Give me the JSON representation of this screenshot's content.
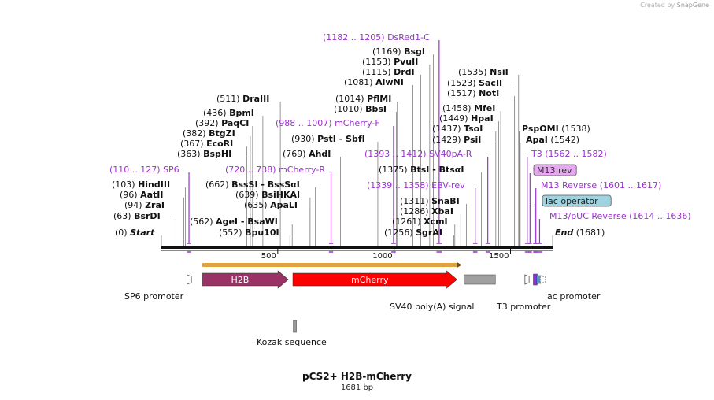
{
  "credit": {
    "prefix": "Created by",
    "brand": "SnapGene"
  },
  "plasmid": {
    "name": "pCS2+ H2B-mCherry",
    "size_label": "1681 bp",
    "length": 1681
  },
  "colors": {
    "enzyme": "#111111",
    "primer": "#9933cc",
    "h2b": "#993366",
    "mcherry": "#ff0000",
    "polyA": "#a0a0a0",
    "orf": "#e8a030",
    "operator": "#9fd3e0",
    "m13rev_box": "#e6a8f0"
  },
  "ticks": [
    {
      "pos": 500,
      "label": "500"
    },
    {
      "pos": 1000,
      "label": "1000"
    },
    {
      "pos": 1500,
      "label": "1500"
    }
  ],
  "ends": [
    {
      "pos": 0,
      "text": "(0)",
      "name": "Start"
    },
    {
      "pos": 1681,
      "text": "(1681)",
      "name": "End"
    }
  ],
  "sites": [
    {
      "pos": 63,
      "text": "(63)",
      "name": "BsrDI"
    },
    {
      "pos": 94,
      "text": "(94)",
      "name": "ZraI"
    },
    {
      "pos": 96,
      "text": "(96)",
      "name": "AatII"
    },
    {
      "pos": 103,
      "text": "(103)",
      "name": "HindIII"
    },
    {
      "pos": 363,
      "text": "(363)",
      "name": "BspHI"
    },
    {
      "pos": 367,
      "text": "(367)",
      "name": "EcoRI"
    },
    {
      "pos": 382,
      "text": "(382)",
      "name": "BtgZI"
    },
    {
      "pos": 392,
      "text": "(392)",
      "name": "PaqCI"
    },
    {
      "pos": 436,
      "text": "(436)",
      "name": "BpmI"
    },
    {
      "pos": 511,
      "text": "(511)",
      "name": "DraIII"
    },
    {
      "pos": 552,
      "text": "(552)",
      "name": "Bpu10I"
    },
    {
      "pos": 562,
      "text": "(562)",
      "name": "AgeI",
      "extra": "- BsaWI"
    },
    {
      "pos": 635,
      "text": "(635)",
      "name": "ApaLI"
    },
    {
      "pos": 639,
      "text": "(639)",
      "name": "BsiHKAI"
    },
    {
      "pos": 662,
      "text": "(662)",
      "name": "BssSI",
      "extra": "- BssSαI"
    },
    {
      "pos": 769,
      "text": "(769)",
      "name": "AhdI"
    },
    {
      "pos": 930,
      "text": "(930)",
      "name": "PstI",
      "extra": "- SbfI"
    },
    {
      "pos": 1010,
      "text": "(1010)",
      "name": "BbsI"
    },
    {
      "pos": 1014,
      "text": "(1014)",
      "name": "PflMI"
    },
    {
      "pos": 1081,
      "text": "(1081)",
      "name": "AlwNI"
    },
    {
      "pos": 1115,
      "text": "(1115)",
      "name": "DrdI"
    },
    {
      "pos": 1153,
      "text": "(1153)",
      "name": "PvuII"
    },
    {
      "pos": 1169,
      "text": "(1169)",
      "name": "BsgI"
    },
    {
      "pos": 1256,
      "text": "(1256)",
      "name": "SgrAI"
    },
    {
      "pos": 1261,
      "text": "(1261)",
      "name": "XcmI"
    },
    {
      "pos": 1286,
      "text": "(1286)",
      "name": "XbaI"
    },
    {
      "pos": 1311,
      "text": "(1311)",
      "name": "SnaBI"
    },
    {
      "pos": 1375,
      "text": "(1375)",
      "name": "BtsI",
      "extra": "- BtsαI"
    },
    {
      "pos": 1429,
      "text": "(1429)",
      "name": "PsiI"
    },
    {
      "pos": 1437,
      "text": "(1437)",
      "name": "TsoI"
    },
    {
      "pos": 1449,
      "text": "(1449)",
      "name": "HpaI"
    },
    {
      "pos": 1458,
      "text": "(1458)",
      "name": "MfeI"
    },
    {
      "pos": 1517,
      "text": "(1517)",
      "name": "NotI"
    },
    {
      "pos": 1523,
      "text": "(1523)",
      "name": "SacII"
    },
    {
      "pos": 1535,
      "text": "(1535)",
      "name": "NsiI"
    },
    {
      "pos": 1538,
      "name": "PspOMI",
      "after": "(1538)"
    },
    {
      "pos": 1542,
      "name": "ApaI",
      "after": "(1542)"
    }
  ],
  "primers": [
    {
      "start": 110,
      "end": 127,
      "text": "(110 .. 127)",
      "name": "SP6"
    },
    {
      "start": 720,
      "end": 738,
      "text": "(720 .. 738)",
      "name": "mCherry-R"
    },
    {
      "start": 988,
      "end": 1007,
      "text": "(988 .. 1007)",
      "name": "mCherry-F"
    },
    {
      "start": 1182,
      "end": 1205,
      "text": "(1182 .. 1205)",
      "name": "DsRed1-C"
    },
    {
      "start": 1339,
      "end": 1358,
      "text": "(1339 .. 1358)",
      "name": "EBV-rev"
    },
    {
      "start": 1393,
      "end": 1412,
      "text": "(1393 .. 1412)",
      "name": "SV40pA-R"
    },
    {
      "start": 1562,
      "end": 1582,
      "name": "T3",
      "after": "(1562 .. 1582)"
    },
    {
      "start": 1576,
      "end": 1592,
      "name": "M13 rev",
      "boxed": true
    },
    {
      "start": 1601,
      "end": 1617,
      "name": "M13 Reverse",
      "after": "(1601 .. 1617)"
    },
    {
      "start": 1597,
      "end": 1613,
      "name": "lac operator",
      "boxed": true
    },
    {
      "start": 1614,
      "end": 1636,
      "name": "M13/pUC Reverse",
      "after": "(1614 .. 1636)"
    }
  ],
  "features": [
    {
      "name": "H2B",
      "label": "H2B",
      "start": 175,
      "end": 545,
      "type": "arrow",
      "color": "#993366"
    },
    {
      "name": "mCherry",
      "label": "mCherry",
      "start": 565,
      "end": 1270,
      "type": "arrow",
      "color": "#ff0000"
    },
    {
      "name": "SV40 poly(A) signal",
      "label": "SV40 poly(A) signal",
      "start": 1300,
      "end": 1435,
      "type": "box",
      "color": "#a0a0a0"
    },
    {
      "name": "SP6 promoter",
      "label": "SP6 promoter",
      "start": 110,
      "end": 129,
      "type": "promoter"
    },
    {
      "name": "T3 promoter",
      "label": "T3 promoter",
      "start": 1562,
      "end": 1580,
      "type": "promoter"
    },
    {
      "name": "lac promoter",
      "label": "lac promoter",
      "start": 1617,
      "end": 1681,
      "type": "lac"
    },
    {
      "name": "Kozak sequence",
      "label": "Kozak sequence",
      "start": 560,
      "end": 570,
      "type": "kozak"
    }
  ],
  "orf": {
    "start": 175,
    "end": 1270
  }
}
